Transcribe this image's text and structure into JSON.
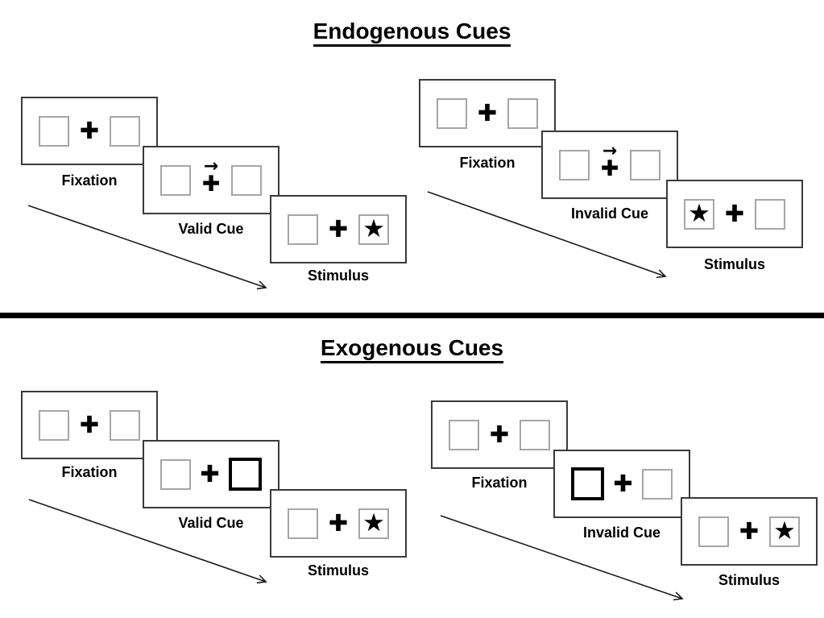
{
  "sections": [
    {
      "title": "Endogenous Cues",
      "trials": [
        {
          "name": "valid",
          "steps": [
            {
              "label": "Fixation",
              "left_box": "empty",
              "center": "cross",
              "right_box": "empty"
            },
            {
              "label": "Valid Cue",
              "left_box": "empty",
              "center": "cross-with-right-arrow",
              "right_box": "empty"
            },
            {
              "label": "Stimulus",
              "left_box": "empty",
              "center": "cross",
              "right_box": "star"
            }
          ]
        },
        {
          "name": "invalid",
          "steps": [
            {
              "label": "Fixation",
              "left_box": "empty",
              "center": "cross",
              "right_box": "empty"
            },
            {
              "label": "Invalid Cue",
              "left_box": "empty",
              "center": "cross-with-right-arrow",
              "right_box": "empty"
            },
            {
              "label": "Stimulus",
              "left_box": "star",
              "center": "cross",
              "right_box": "empty"
            }
          ]
        }
      ]
    },
    {
      "title": "Exogenous Cues",
      "trials": [
        {
          "name": "valid",
          "steps": [
            {
              "label": "Fixation",
              "left_box": "empty",
              "center": "cross",
              "right_box": "empty"
            },
            {
              "label": "Valid Cue",
              "left_box": "empty",
              "center": "cross",
              "right_box": "highlighted-thick-border"
            },
            {
              "label": "Stimulus",
              "left_box": "empty",
              "center": "cross",
              "right_box": "star"
            }
          ]
        },
        {
          "name": "invalid",
          "steps": [
            {
              "label": "Fixation",
              "left_box": "empty",
              "center": "cross",
              "right_box": "empty"
            },
            {
              "label": "Invalid Cue",
              "left_box": "highlighted-thick-border",
              "center": "cross",
              "right_box": "empty"
            },
            {
              "label": "Stimulus",
              "left_box": "empty",
              "center": "cross",
              "right_box": "star"
            }
          ]
        }
      ]
    }
  ],
  "icons": {
    "fixation_cross": "✚",
    "cue_arrow": "→",
    "star": "★"
  },
  "colors": {
    "background": "#ffffff",
    "text": "#000000",
    "frame_border": "#3a3a3a",
    "placeholder_square_border": "#a6a6a6",
    "exogenous_cue_square_border": "#000000",
    "divider": "#000000",
    "arrow": "#1a1a1a"
  }
}
